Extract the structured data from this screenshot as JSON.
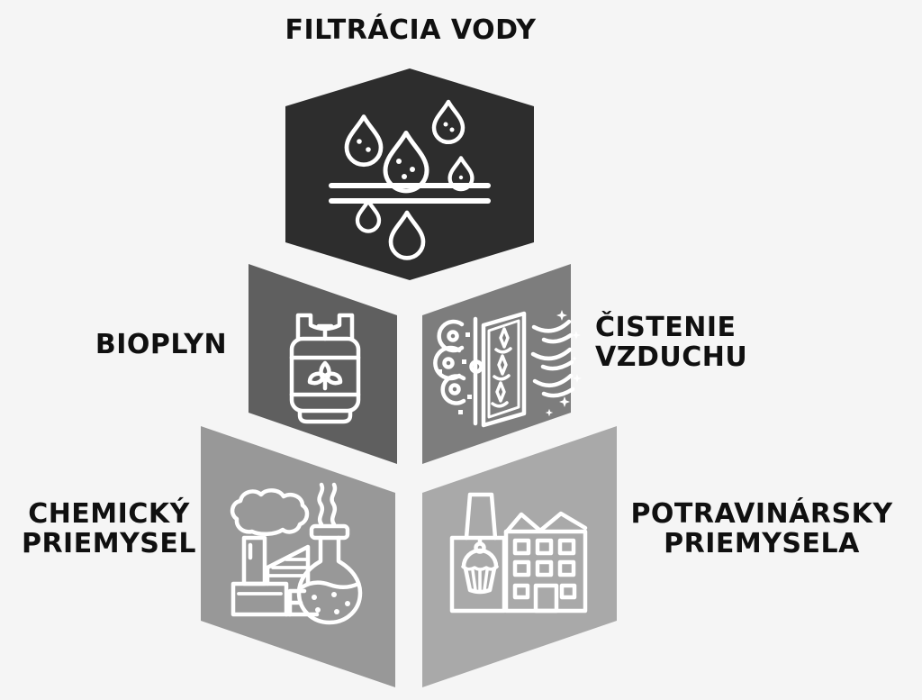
{
  "page": {
    "background_color": "#f5f5f5",
    "text_color": "#101010",
    "icon_stroke_color": "#ffffff"
  },
  "diagram": {
    "segments": [
      {
        "id": "water-filtration",
        "label_lines": [
          "FILTRÁCIA VODY"
        ],
        "icon": "water-drops-filter-icon",
        "fill": "#2d2d2d"
      },
      {
        "id": "biogas",
        "label_lines": [
          "BIOPLYN"
        ],
        "icon": "biogas-tank-icon",
        "fill": "#5f5f5f"
      },
      {
        "id": "air-cleaning",
        "label_lines": [
          "ČISTENIE",
          "VZDUCHU"
        ],
        "icon": "air-purifier-door-icon",
        "fill": "#7d7d7d"
      },
      {
        "id": "chemical-industry",
        "label_lines": [
          "CHEMICKÝ",
          "PRIEMYSEL"
        ],
        "icon": "chemical-factory-flask-icon",
        "fill": "#989898"
      },
      {
        "id": "food-industry",
        "label_lines": [
          "POTRAVINÁRSKY",
          "PRIEMYSELA"
        ],
        "icon": "food-factory-cupcake-icon",
        "fill": "#a9a9a9"
      }
    ]
  }
}
